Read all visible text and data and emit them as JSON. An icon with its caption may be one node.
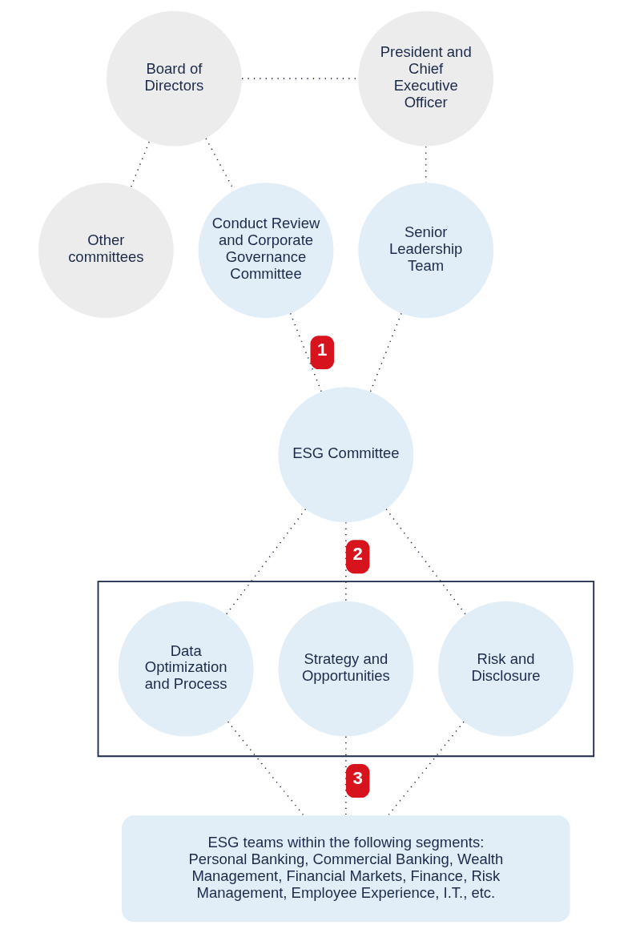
{
  "diagram": {
    "nodes": [
      {
        "text": [
          "Board of Directors"
        ]
      },
      {
        "text": [
          "President and Chief Executive Officer"
        ]
      },
      {
        "text": [
          "Other committees"
        ]
      },
      {
        "text": [
          "Conduct Review and Corporate Governance Committee"
        ]
      },
      {
        "text": [
          "Senior Leadership Team"
        ]
      },
      {
        "text": [
          "ESG Committee"
        ]
      },
      {
        "text": [],
        "shape": "box"
      },
      {
        "text": [
          "Data Optimization and Process"
        ],
        "in": 6
      },
      {
        "text": [
          "Strategy and Opportunities"
        ],
        "in": 6
      },
      {
        "text": [
          "Risk and Disclosure"
        ],
        "in": 6
      },
      {
        "text": [
          "ESG teams within the following segments: Personal Banking, Commercial Banking, Wealth Management, Financial Markets, Finance, Risk Management, Employee Experience, I.T., etc."
        ]
      }
    ],
    "edges": [
      {
        "from": 0,
        "to": 1,
        "arrow": "none"
      },
      {
        "from": 0,
        "to": 2,
        "arrow": "none"
      },
      {
        "from": 0,
        "to": 3,
        "arrow": "none"
      },
      {
        "from": 1,
        "to": 4,
        "arrow": "none"
      },
      {
        "from": 3,
        "to": 5,
        "arrow": "none",
        "label": "1"
      },
      {
        "from": 4,
        "to": 5,
        "arrow": "none"
      },
      {
        "from": 5,
        "to": 7,
        "arrow": "none"
      },
      {
        "from": 5,
        "to": 8,
        "arrow": "none",
        "label": "2"
      },
      {
        "from": 5,
        "to": 9,
        "arrow": "none"
      },
      {
        "from": 7,
        "to": 10,
        "arrow": "none"
      },
      {
        "from": 8,
        "to": 10,
        "arrow": "none",
        "label": "3"
      },
      {
        "from": 9,
        "to": 10,
        "arrow": "none"
      }
    ]
  }
}
